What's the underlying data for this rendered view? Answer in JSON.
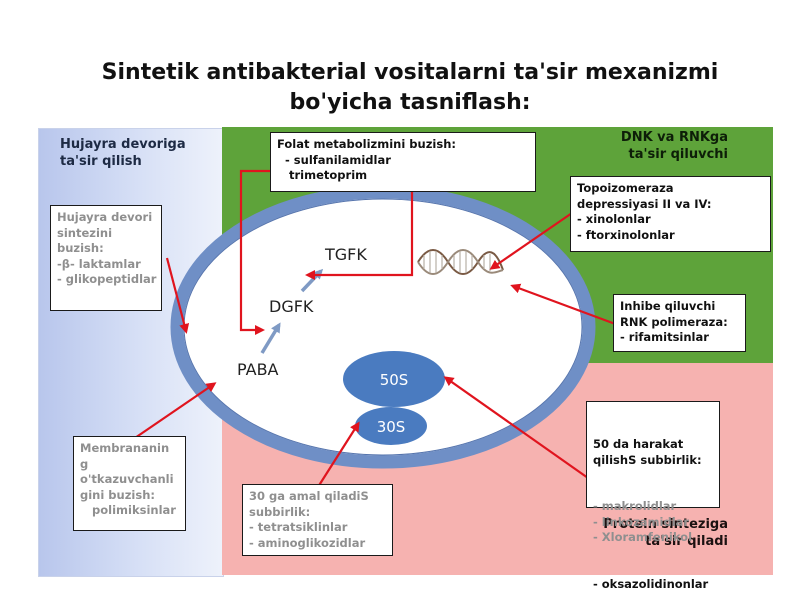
{
  "title": "Sintetik antibakterial vositalarni ta'sir mexanizmi\nbo'yicha tasniflash:",
  "panels": {
    "cell_wall": "Hujayra devoriga\nta'sir qilish",
    "dna_rna": "DNK va RNKga\nta'sir qiluvchi",
    "protein": "Protein sinteziga\nta'sir qiladi"
  },
  "pathway": {
    "paba": "PABA",
    "dgfk": "DGFK",
    "tgfk": "TGFK"
  },
  "ribosome": {
    "large": "50S",
    "small": "30S"
  },
  "boxes": {
    "folate": "Folat metabolizmini buzish:\n  - sulfanilamidlar\n   trimetoprim",
    "topo": "Topoizomeraza\ndepressiyasi II va IV:\n- xinolonlar\n- ftorxinolonlar",
    "rnk": "Inhibe qiluvchi\nRNK polimeraza:\n- rifamitsinlar",
    "wall_synth": "Hujayra devori\nsintezini\nbuzish:\n-β- laktamlar\n- glikopeptidlar",
    "membrane": "Membrananin\ng\no'tkazuvchanli\ngini buzish:\n   polimiksinlar",
    "s30": "30 ga amal qiladiS\nsubbirlik:\n- tetratsiklinlar\n- aminoglikozidlar",
    "s50_head": "50 da harakat\nqilishS subbirlik:",
    "s50_faded": "- makrolidlar\n- linkozamidlar\n- Xloramfenikol",
    "s50_last": "- oksazolidinonlar"
  },
  "colors": {
    "green_panel": "#5ea33a",
    "pink_panel": "#f6b2b0",
    "blue_panel": "#c4d0f0",
    "cell_membrane": "#6f8fc6",
    "ribosome": "#4a7bc0",
    "arrow": "#e0141e"
  }
}
